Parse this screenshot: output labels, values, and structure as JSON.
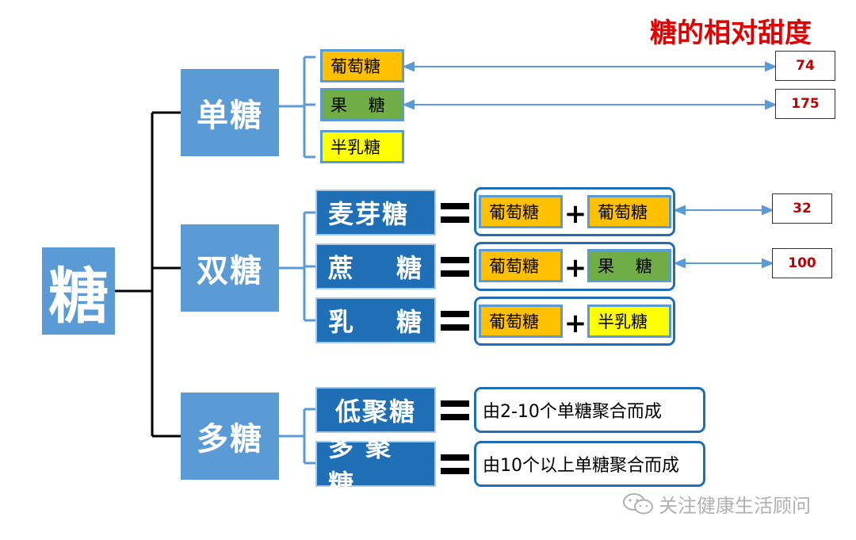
{
  "title": "糖的相对甜度",
  "root": "糖",
  "categories": {
    "mono": "单糖",
    "di": "双糖",
    "poly": "多糖"
  },
  "monosaccharides": [
    "葡萄糖",
    "果    糖",
    "半乳糖"
  ],
  "disaccharides": [
    {
      "name": "麦芽糖",
      "left": "葡萄糖",
      "right": "葡萄糖"
    },
    {
      "name": "蔗",
      "name2": "糖",
      "left": "葡萄糖",
      "right": "果    糖"
    },
    {
      "name": "乳",
      "name2": "糖",
      "left": "葡萄糖",
      "right": "半乳糖"
    }
  ],
  "polysaccharides": [
    {
      "name": "低聚糖",
      "desc": "由2-10个单糖聚合而成"
    },
    {
      "name": "多 聚 糖",
      "desc": "由10个以上单糖聚合而成"
    }
  ],
  "sweetness": {
    "glucose": "74",
    "fructose": "175",
    "maltose": "32",
    "sucrose": "100"
  },
  "plus": "+",
  "watermark": "关注健康生活顾问",
  "colors": {
    "light_blue": "#5b9bd5",
    "dark_blue": "#1f6fb6",
    "orange": "#ffc000",
    "green": "#70ad47",
    "yellow": "#ffff00",
    "title_red": "#e00000"
  },
  "icons": [
    "wechat-icon"
  ]
}
